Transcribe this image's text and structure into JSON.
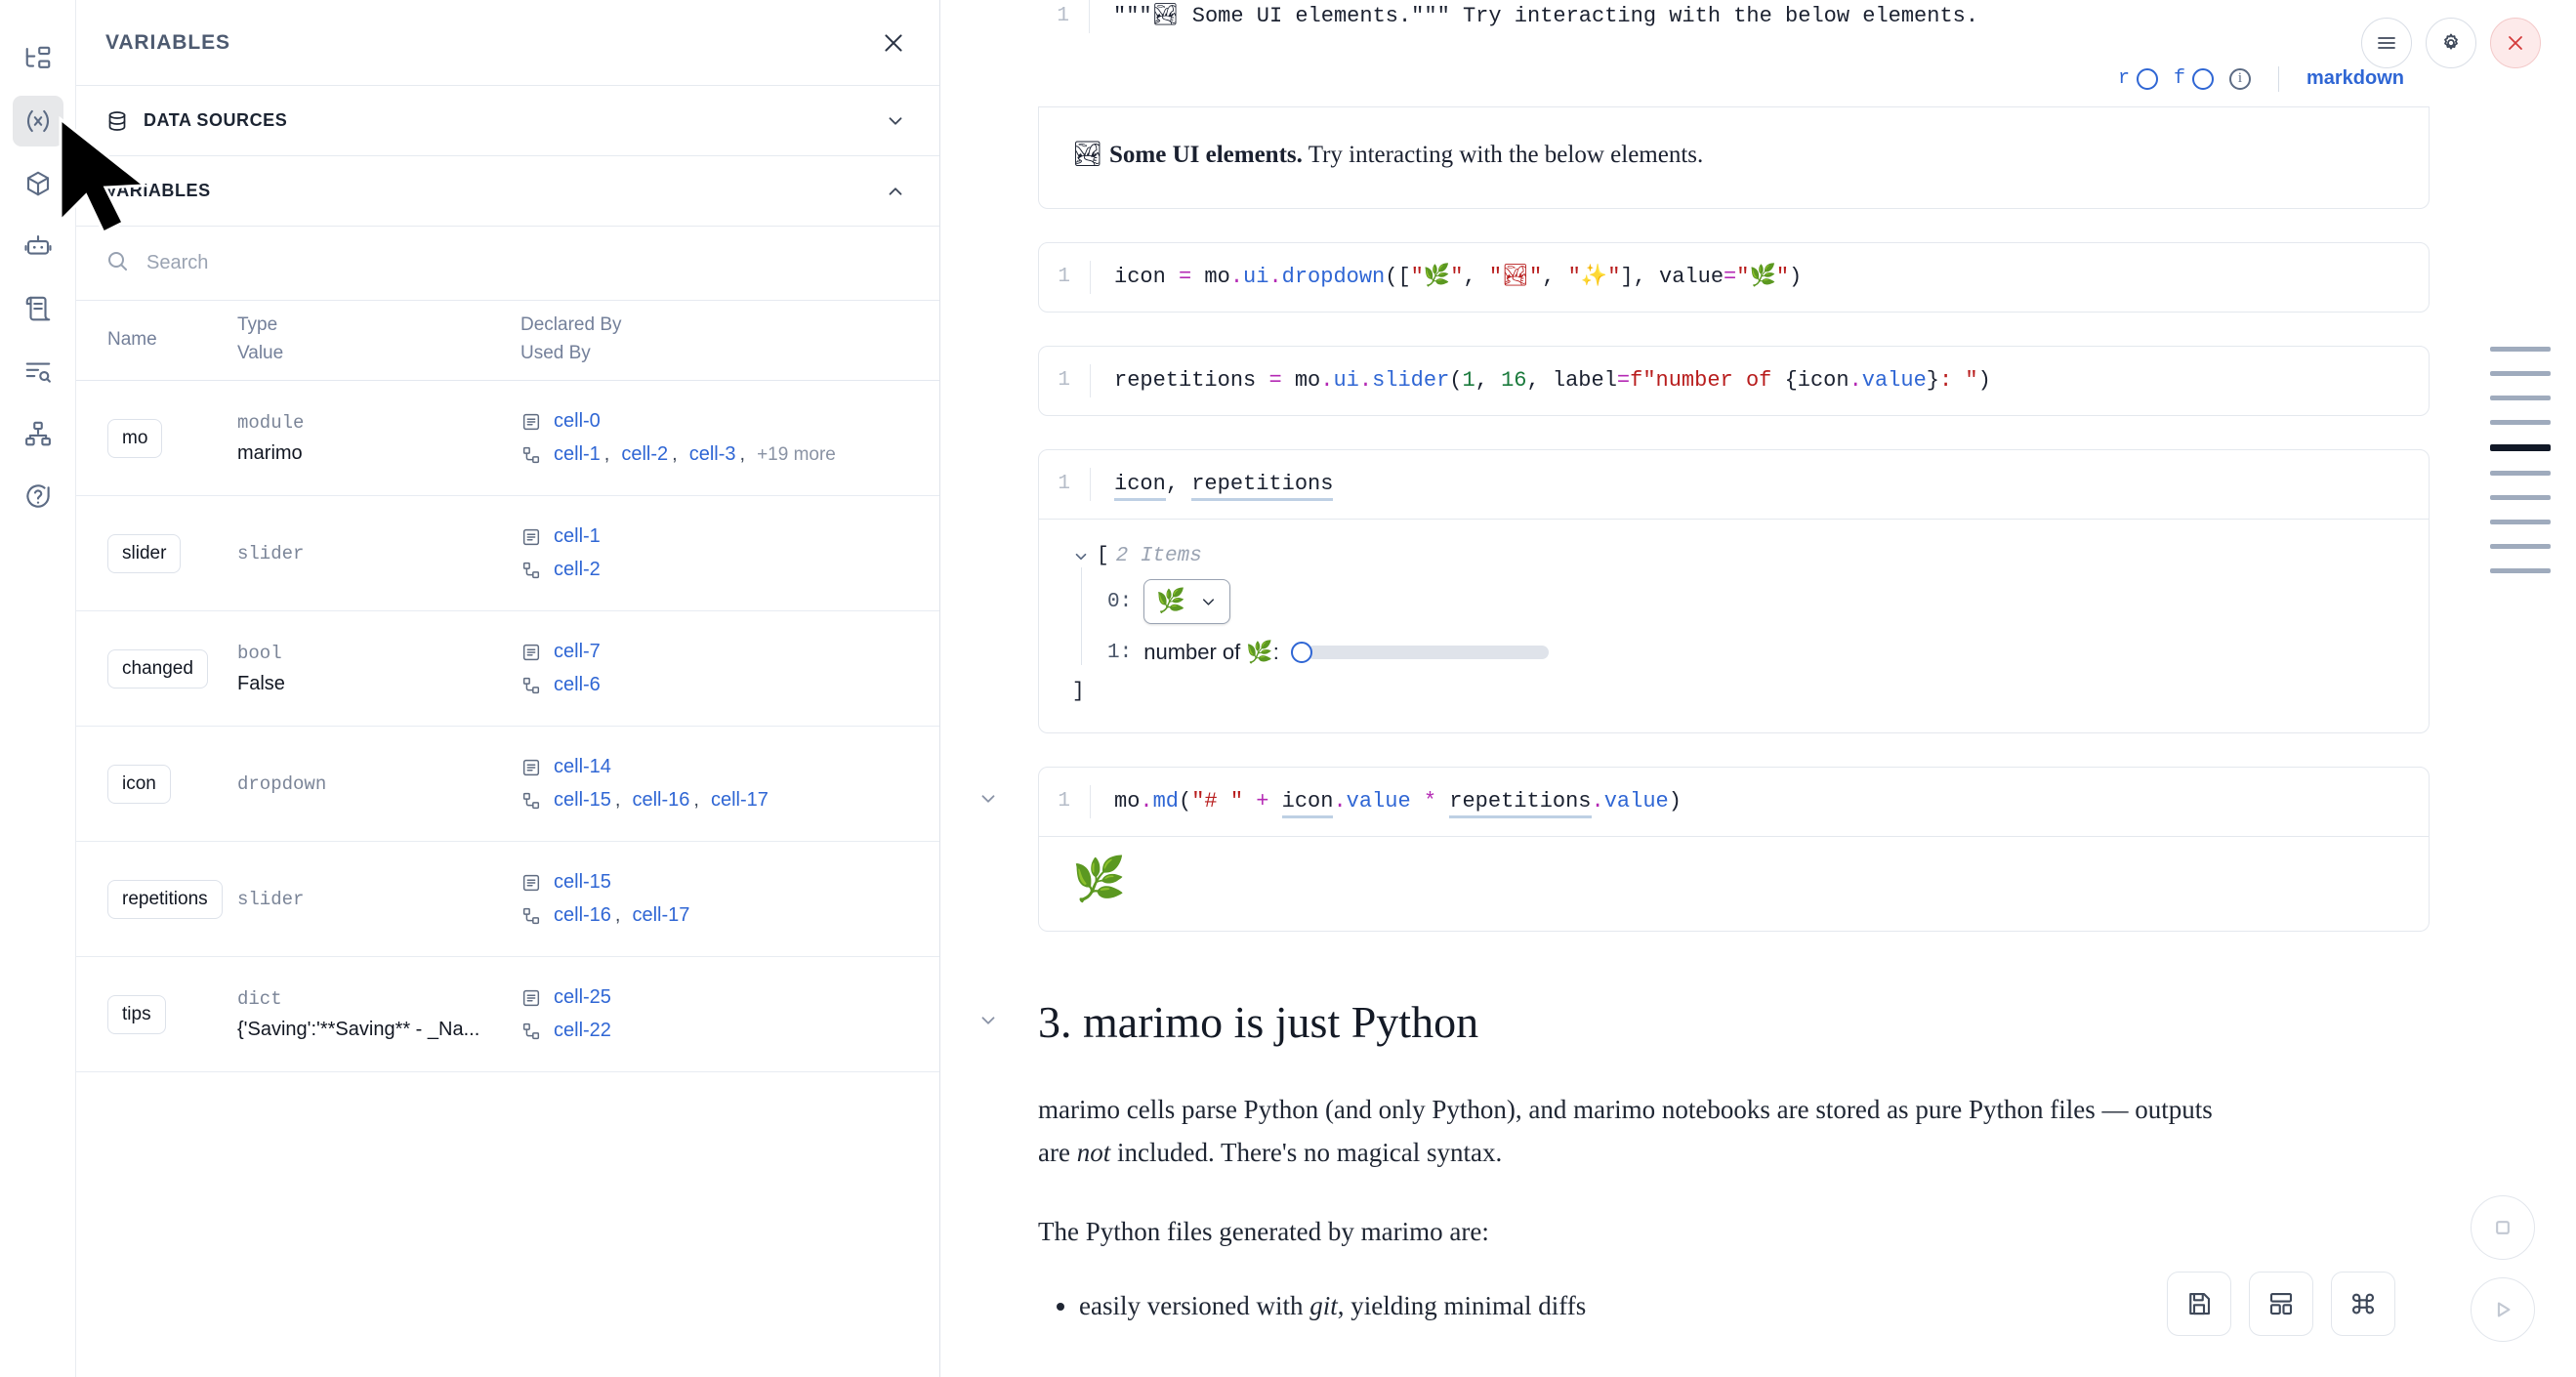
{
  "sidebar_rail": {
    "items": [
      {
        "icon": "file-tree-icon",
        "name": "file-explorer"
      },
      {
        "icon": "variables-icon",
        "name": "variables",
        "active": true
      },
      {
        "icon": "package-cube-icon",
        "name": "packages"
      },
      {
        "icon": "robot-icon",
        "name": "ai-assistant"
      },
      {
        "icon": "scratchpad-icon",
        "name": "scratchpad"
      },
      {
        "icon": "logs-search-icon",
        "name": "logs"
      },
      {
        "icon": "dependency-graph-icon",
        "name": "dependency-graph"
      },
      {
        "icon": "help-circle-icon",
        "name": "help"
      }
    ]
  },
  "panel": {
    "title": "VARIABLES",
    "close_icon": "close-icon",
    "sections": [
      {
        "label": "DATA SOURCES",
        "icon": "database-icon",
        "expanded": false
      },
      {
        "label": "VARIABLES",
        "icon": "",
        "expanded": true
      }
    ],
    "search": {
      "placeholder": "Search",
      "value": "",
      "icon": "search-icon"
    },
    "columns": {
      "name": "Name",
      "type": "Type",
      "value": "Value",
      "declared_by": "Declared By",
      "used_by": "Used By"
    },
    "rows": [
      {
        "name": "mo",
        "type": "module",
        "value": "marimo",
        "declared_by": [
          "cell-0"
        ],
        "used_by": [
          "cell-1",
          "cell-2",
          "cell-3"
        ],
        "used_by_more": "+19 more"
      },
      {
        "name": "slider",
        "type": "slider",
        "value": "",
        "declared_by": [
          "cell-1"
        ],
        "used_by": [
          "cell-2"
        ],
        "used_by_more": ""
      },
      {
        "name": "changed",
        "type": "bool",
        "value": "False",
        "declared_by": [
          "cell-7"
        ],
        "used_by": [
          "cell-6"
        ],
        "used_by_more": ""
      },
      {
        "name": "icon",
        "type": "dropdown",
        "value": "",
        "declared_by": [
          "cell-14"
        ],
        "used_by": [
          "cell-15",
          "cell-16",
          "cell-17"
        ],
        "used_by_more": ""
      },
      {
        "name": "repetitions",
        "type": "slider",
        "value": "",
        "declared_by": [
          "cell-15"
        ],
        "used_by": [
          "cell-16",
          "cell-17"
        ],
        "used_by_more": ""
      },
      {
        "name": "tips",
        "type": "dict",
        "value": "{'Saving':'**Saving** - _Na...",
        "declared_by": [
          "cell-25"
        ],
        "used_by": [
          "cell-22"
        ],
        "used_by_more": ""
      }
    ]
  },
  "notebook": {
    "partial_cell": {
      "lineno": "1",
      "code": "\"\"\"🏞 Some UI elements.\"\"\" Try interacting with the below elements."
    },
    "toolbar": {
      "r_label": "r",
      "f_label": "f",
      "info_icon": "info-icon",
      "language": "markdown",
      "actions": [
        {
          "icon": "menu-icon",
          "name": "cell-menu-button"
        },
        {
          "icon": "gear-icon",
          "name": "cell-settings-button"
        },
        {
          "icon": "close-icon",
          "name": "cell-delete-button"
        }
      ]
    },
    "markdown_output": {
      "emoji": "🏞",
      "bold": "Some UI elements.",
      "rest": "Try interacting with the below elements."
    },
    "cells": [
      {
        "lineno": "1",
        "name": "dropdown-cell",
        "code_tokens": [
          {
            "t": "icon ",
            "c": "k-var"
          },
          {
            "t": "=",
            "c": "k-op"
          },
          {
            "t": " mo",
            "c": "k-var"
          },
          {
            "t": ".",
            "c": "k-op"
          },
          {
            "t": "ui",
            "c": "k-attr"
          },
          {
            "t": ".",
            "c": "k-op"
          },
          {
            "t": "dropdown",
            "c": "k-attr"
          },
          {
            "t": "([",
            "c": "k-punc"
          },
          {
            "t": "\"🌿\"",
            "c": "k-str"
          },
          {
            "t": ", ",
            "c": "k-punc"
          },
          {
            "t": "\"🏞\"",
            "c": "k-str"
          },
          {
            "t": ", ",
            "c": "k-punc"
          },
          {
            "t": "\"✨\"",
            "c": "k-str"
          },
          {
            "t": "], ",
            "c": "k-punc"
          },
          {
            "t": "value",
            "c": "k-var"
          },
          {
            "t": "=",
            "c": "k-op"
          },
          {
            "t": "\"🌿\"",
            "c": "k-str"
          },
          {
            "t": ")",
            "c": "k-punc"
          }
        ]
      },
      {
        "lineno": "1",
        "name": "slider-cell",
        "code_tokens": [
          {
            "t": "repetitions ",
            "c": "k-var"
          },
          {
            "t": "=",
            "c": "k-op"
          },
          {
            "t": " mo",
            "c": "k-var"
          },
          {
            "t": ".",
            "c": "k-op"
          },
          {
            "t": "ui",
            "c": "k-attr"
          },
          {
            "t": ".",
            "c": "k-op"
          },
          {
            "t": "slider",
            "c": "k-attr"
          },
          {
            "t": "(",
            "c": "k-punc"
          },
          {
            "t": "1",
            "c": "k-num"
          },
          {
            "t": ", ",
            "c": "k-punc"
          },
          {
            "t": "16",
            "c": "k-num"
          },
          {
            "t": ", ",
            "c": "k-punc"
          },
          {
            "t": "label",
            "c": "k-var"
          },
          {
            "t": "=",
            "c": "k-op"
          },
          {
            "t": "f\"number of ",
            "c": "k-str"
          },
          {
            "t": "{",
            "c": "k-punc"
          },
          {
            "t": "icon",
            "c": "k-var"
          },
          {
            "t": ".",
            "c": "k-op"
          },
          {
            "t": "value",
            "c": "k-attr"
          },
          {
            "t": "}",
            "c": "k-punc"
          },
          {
            "t": ": \"",
            "c": "k-str"
          },
          {
            "t": ")",
            "c": "k-punc"
          }
        ]
      },
      {
        "lineno": "1",
        "name": "display-cell",
        "code_tokens": [
          {
            "t": "icon",
            "c": "k-var uline"
          },
          {
            "t": ", ",
            "c": "k-punc"
          },
          {
            "t": "repetitions",
            "c": "k-var uline"
          }
        ]
      },
      {
        "lineno": "1",
        "name": "md-cell",
        "code_tokens": [
          {
            "t": "mo",
            "c": "k-var"
          },
          {
            "t": ".",
            "c": "k-op"
          },
          {
            "t": "md",
            "c": "k-attr"
          },
          {
            "t": "(",
            "c": "k-punc"
          },
          {
            "t": "\"# \"",
            "c": "k-str"
          },
          {
            "t": " + ",
            "c": "k-op"
          },
          {
            "t": "icon",
            "c": "k-var uline"
          },
          {
            "t": ".",
            "c": "k-op"
          },
          {
            "t": "value",
            "c": "k-attr"
          },
          {
            "t": " * ",
            "c": "k-op"
          },
          {
            "t": "repetitions",
            "c": "k-var uline"
          },
          {
            "t": ".",
            "c": "k-op"
          },
          {
            "t": "value",
            "c": "k-attr"
          },
          {
            "t": ")",
            "c": "k-punc"
          }
        ]
      }
    ],
    "list_output": {
      "bracket_open": "[",
      "items_label": "2 Items",
      "bracket_close": "]",
      "entries": [
        {
          "index": "0:",
          "kind": "dropdown",
          "value": "🌿"
        },
        {
          "index": "1:",
          "kind": "slider",
          "label": "number of 🌿:",
          "value": 1,
          "min": 1,
          "max": 16
        }
      ]
    },
    "leaf_output": "🌿",
    "section": {
      "heading": "3. marimo is just Python",
      "paragraph_1_a": "marimo cells parse Python (and only Python), and marimo notebooks are stored as pure Python files — outputs are ",
      "paragraph_1_em": "not",
      "paragraph_1_b": " included. There's no magical syntax.",
      "paragraph_2": "The Python files generated by marimo are:",
      "bullet_1_a": "easily versioned with ",
      "bullet_1_em": "git",
      "bullet_1_b": ", yielding minimal diffs"
    }
  },
  "minimap": {
    "marks": 10,
    "active_index": 4
  },
  "float_toolbar": {
    "buttons": [
      {
        "icon": "save-icon",
        "name": "save-button"
      },
      {
        "icon": "layout-icon",
        "name": "layout-button"
      },
      {
        "icon": "command-icon",
        "name": "command-palette-button"
      }
    ],
    "run_controls": [
      {
        "icon": "stop-icon",
        "name": "interrupt-button"
      },
      {
        "icon": "play-icon",
        "name": "run-button"
      }
    ]
  },
  "colors": {
    "accent": "#2f66d4",
    "link": "#2f66d4",
    "danger": "#d43b3b",
    "muted": "#8a93a6",
    "string": "#b81d1d",
    "operator": "#b429b4",
    "number": "#1a7a3c"
  }
}
